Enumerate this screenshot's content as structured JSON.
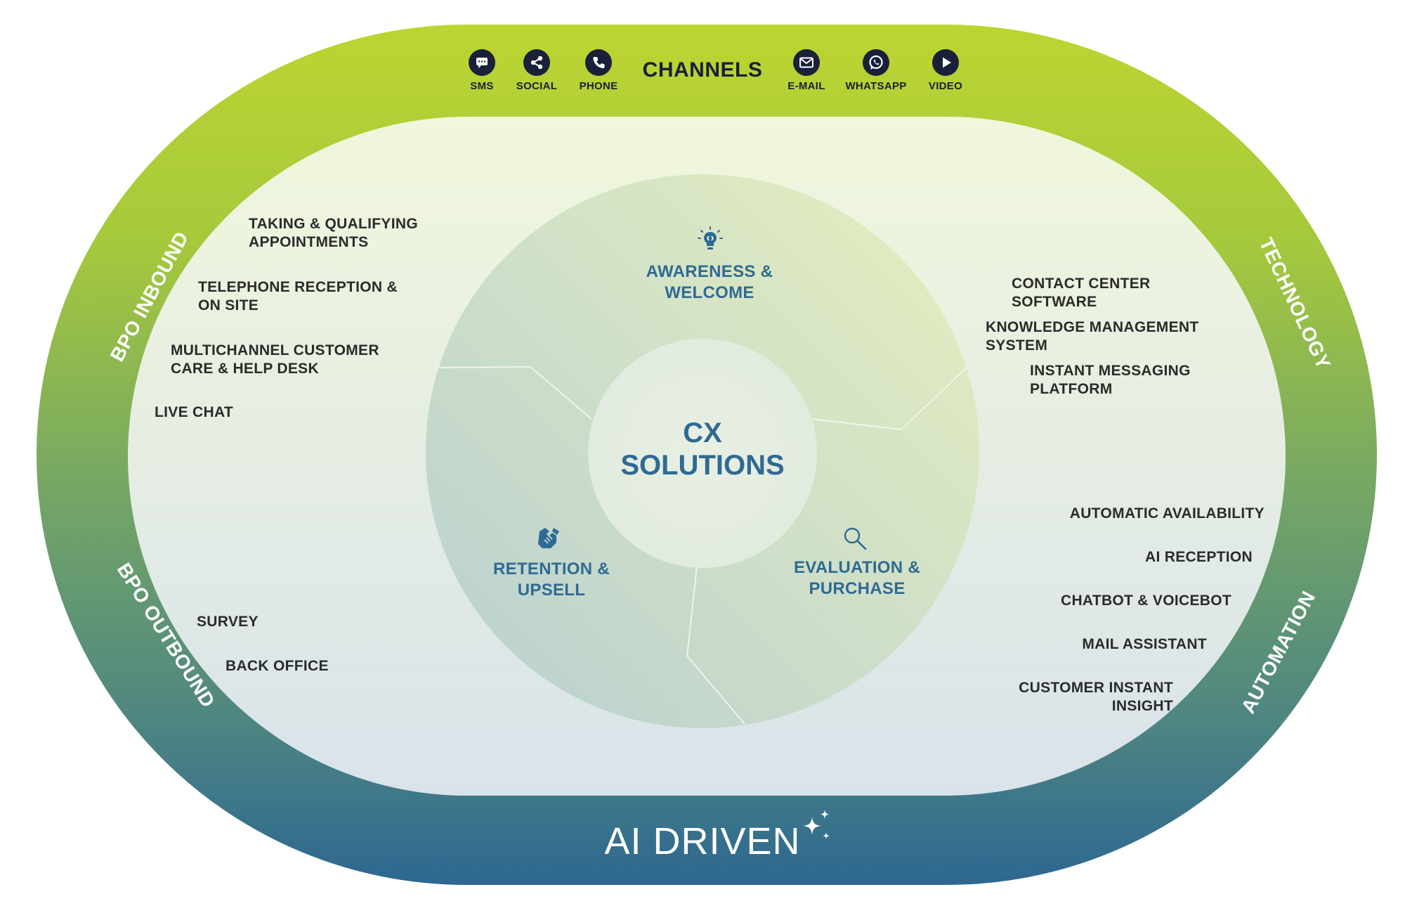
{
  "colors": {
    "ring_top": "#bcd531",
    "ring_mid": "#7aa964",
    "ring_bottom": "#2d6791",
    "inner_top": "#f1f7dc",
    "inner_bottom": "#d9e3ea",
    "accent_text": "#2f6a93",
    "dark_text": "#2b2b2b",
    "icon_fill": "#1a1f3a"
  },
  "channels": {
    "title": "CHANNELS",
    "items": [
      {
        "label": "SMS",
        "icon": "sms-icon"
      },
      {
        "label": "SOCIAL",
        "icon": "share-icon"
      },
      {
        "label": "PHONE",
        "icon": "phone-icon"
      },
      {
        "label": "E-MAIL",
        "icon": "email-icon"
      },
      {
        "label": "WHATSAPP",
        "icon": "whatsapp-icon"
      },
      {
        "label": "VIDEO",
        "icon": "play-icon"
      }
    ]
  },
  "ring_labels": {
    "bpo_inbound": "BPO INBOUND",
    "bpo_outbound": "BPO OUTBOUND",
    "technology": "TECHNOLOGY",
    "automation": "AUTOMATION",
    "ai_driven": "AI DRIVEN"
  },
  "center": {
    "line1": "CX",
    "line2": "SOLUTIONS"
  },
  "stages": {
    "awareness": {
      "label": "AWARENESS &\nWELCOME",
      "icon": "lightbulb-icon"
    },
    "evaluation": {
      "label": "EVALUATION &\nPURCHASE",
      "icon": "magnifier-icon"
    },
    "retention": {
      "label": "RETENTION &\nUPSELL",
      "icon": "handshake-icon"
    }
  },
  "bpo_inbound_items": [
    "TAKING & QUALIFYING\nAPPOINTMENTS",
    "TELEPHONE RECEPTION &\nON SITE",
    "MULTICHANNEL CUSTOMER\nCARE & HELP DESK",
    "LIVE CHAT"
  ],
  "bpo_outbound_items": [
    "SURVEY",
    "BACK OFFICE"
  ],
  "technology_items": [
    "CONTACT CENTER SOFTWARE",
    "KNOWLEDGE MANAGEMENT SYSTEM",
    "INSTANT MESSAGING PLATFORM"
  ],
  "automation_items": [
    "AUTOMATIC AVAILABILITY",
    "AI RECEPTION",
    "CHATBOT & VOICEBOT",
    "MAIL ASSISTANT",
    "CUSTOMER INSTANT INSIGHT"
  ]
}
